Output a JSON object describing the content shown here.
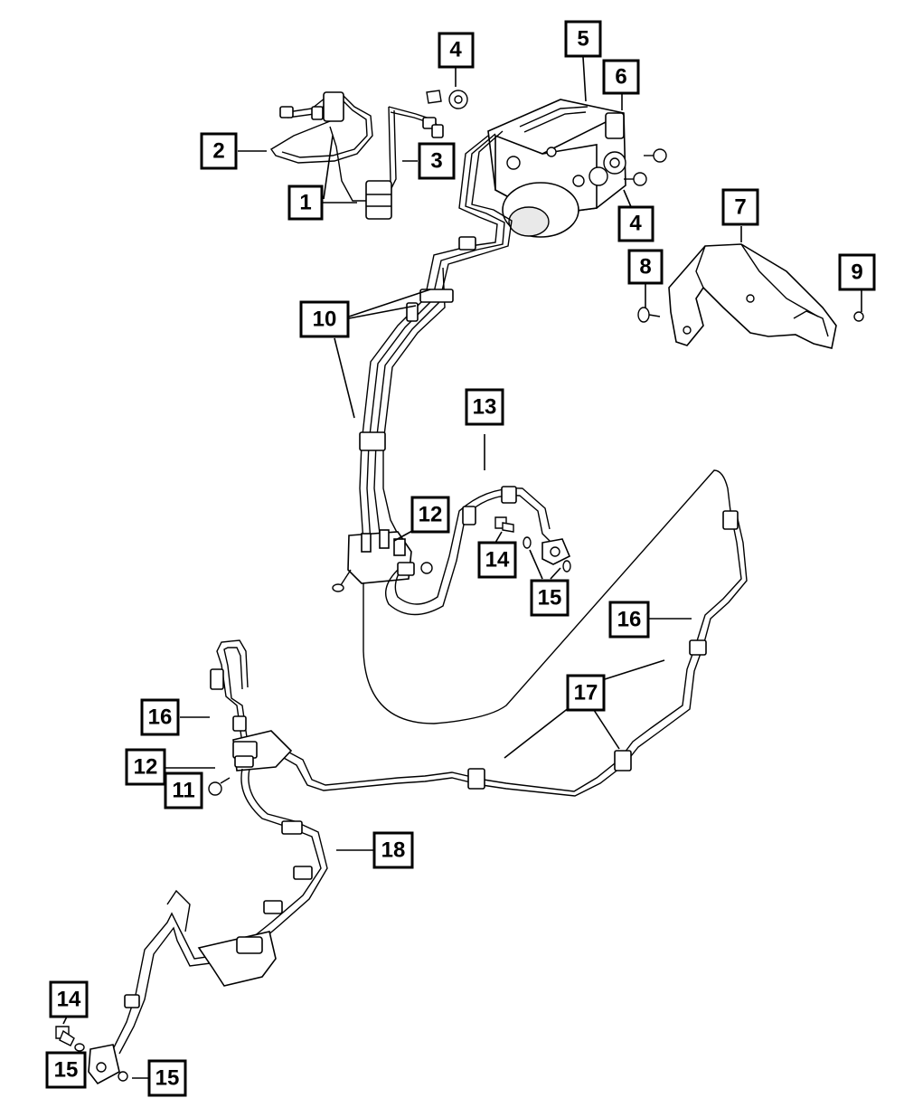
{
  "callouts": [
    {
      "id": "c1",
      "label": "1"
    },
    {
      "id": "c2",
      "label": "2"
    },
    {
      "id": "c3",
      "label": "3"
    },
    {
      "id": "c4a",
      "label": "4"
    },
    {
      "id": "c4b",
      "label": "4"
    },
    {
      "id": "c5",
      "label": "5"
    },
    {
      "id": "c6",
      "label": "6"
    },
    {
      "id": "c7",
      "label": "7"
    },
    {
      "id": "c8",
      "label": "8"
    },
    {
      "id": "c9",
      "label": "9"
    },
    {
      "id": "c10",
      "label": "10"
    },
    {
      "id": "c11",
      "label": "11"
    },
    {
      "id": "c12a",
      "label": "12"
    },
    {
      "id": "c12b",
      "label": "12"
    },
    {
      "id": "c13",
      "label": "13"
    },
    {
      "id": "c14a",
      "label": "14"
    },
    {
      "id": "c14b",
      "label": "14"
    },
    {
      "id": "c15a",
      "label": "15"
    },
    {
      "id": "c15b",
      "label": "15"
    },
    {
      "id": "c15c",
      "label": "15"
    },
    {
      "id": "c16a",
      "label": "16"
    },
    {
      "id": "c16b",
      "label": "16"
    },
    {
      "id": "c17",
      "label": "17"
    },
    {
      "id": "c18",
      "label": "18"
    }
  ]
}
